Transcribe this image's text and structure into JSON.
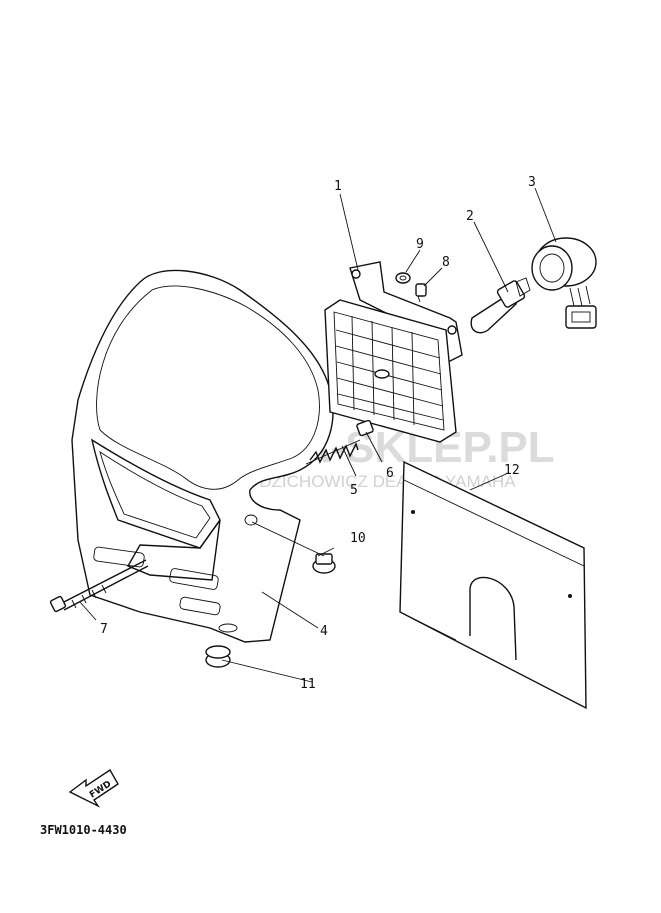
{
  "diagram": {
    "part_labels": {
      "p1": "1",
      "p2": "2",
      "p3": "3",
      "p4": "4",
      "p5": "5",
      "p6": "6",
      "p7": "7",
      "p8": "8",
      "p9": "9",
      "p10": "10",
      "p11": "11",
      "p12": "12"
    },
    "diagram_code": "3FW1010-4430",
    "fwd_badge": "FWD",
    "watermark": {
      "main": "YAMA-SKLEP.PL",
      "sub": "WODZICHOWICZ DEALER YAMAHA"
    }
  }
}
